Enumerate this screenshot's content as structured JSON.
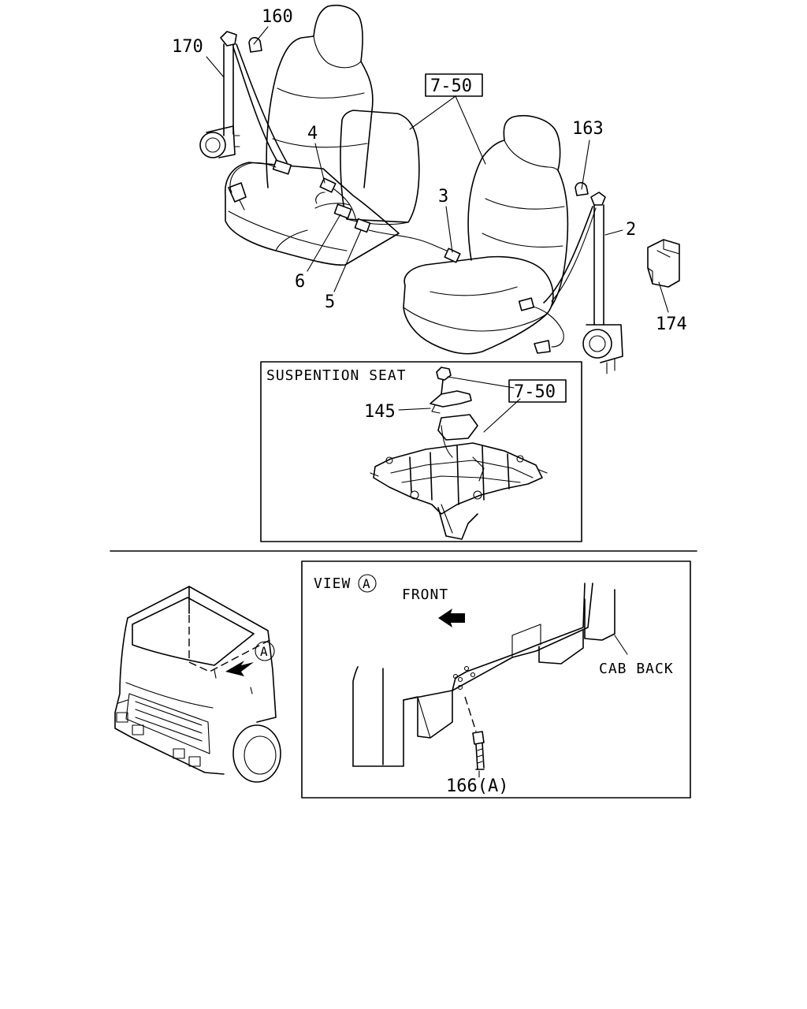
{
  "callouts": {
    "p160": "160",
    "p170": "170",
    "p4": "4",
    "p750_top": "7-50",
    "p163": "163",
    "p2": "2",
    "p3": "3",
    "p6": "6",
    "p5": "5",
    "p174": "174",
    "p145": "145",
    "p750_inset": "7-50",
    "p166": "166(A)"
  },
  "suspension_inset": {
    "title": "SUSPENTION SEAT"
  },
  "view_panel": {
    "title": "VIEW",
    "marker": "A",
    "front": "FRONT",
    "cab_back": "CAB BACK"
  },
  "truck": {
    "marker": "A"
  },
  "icons": [
    "seat-belt-retractor-icon",
    "seat-icon",
    "arrow-icon",
    "bolt-icon",
    "truck-cab-icon"
  ]
}
